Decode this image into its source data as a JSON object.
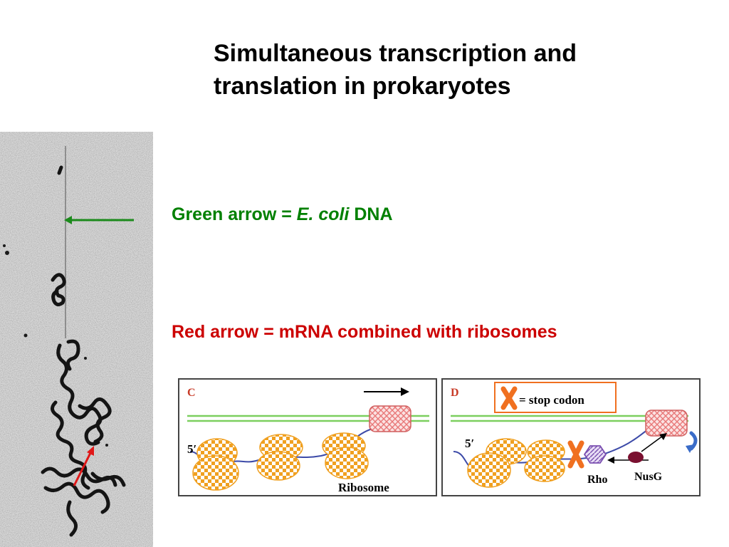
{
  "slide": {
    "title_line1": "Simultaneous transcription and",
    "title_line2": "translation in prokaryotes"
  },
  "notes": {
    "green_prefix": "Green arrow = ",
    "green_italic": "E. coli",
    "green_suffix": " DNA",
    "red": "Red arrow = mRNA combined with ribosomes"
  },
  "panel_c": {
    "letter": "C",
    "five_prime": "5′",
    "ribosome_label": "Ribosome"
  },
  "panel_d": {
    "letter": "D",
    "legend": "= stop codon",
    "five_prime": "5′",
    "rho_label": "Rho",
    "nusg_label": "NusG"
  },
  "colors": {
    "green_text": "#008000",
    "red_text": "#cc0000",
    "ribosome_orange": "#f0a020",
    "dna_green": "#7ccf5f",
    "polymerase_pink": "#e87878",
    "rho_purple": "#7a4fb0",
    "nusg_maroon": "#7a1030",
    "mrna_blue": "#3c4aa8",
    "stop_orange": "#f07020",
    "panel_letter_red": "#c83c28"
  },
  "icons": [
    "green-arrow-icon",
    "red-arrow-icon",
    "stop-codon-x-icon",
    "direction-arrow-icon",
    "curved-arrow-icon"
  ]
}
